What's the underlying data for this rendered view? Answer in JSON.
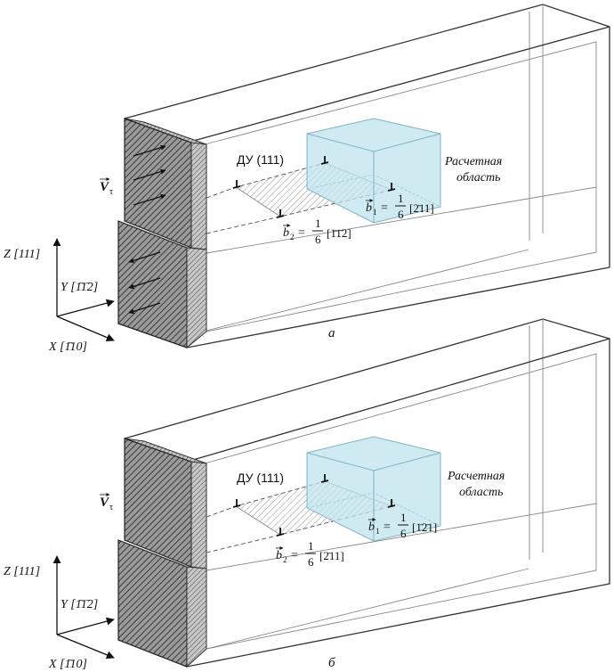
{
  "panel_a": {
    "caption": "а",
    "dislocation_label": "ДУ (111)",
    "region_label_line1": "Расчетная",
    "region_label_line2": "область",
    "b1": {
      "name": "b",
      "sub": "1",
      "frac_num": "1",
      "frac_den": "6",
      "dir": "[2̄11]"
    },
    "b2": {
      "name": "b",
      "sub": "2",
      "frac_num": "1",
      "frac_den": "6",
      "dir": "[1̄1̄2]"
    },
    "velocity": {
      "name": "V",
      "sub": "τ"
    },
    "axis_z": "Z [111]",
    "axis_y": "Y [1̄1̄2]",
    "axis_x": "X [1̄10]"
  },
  "panel_b": {
    "caption": "б",
    "dislocation_label": "ДУ (111)",
    "region_label_line1": "Расчетная",
    "region_label_line2": "область",
    "b1": {
      "name": "b",
      "sub": "1",
      "frac_num": "1",
      "frac_den": "6",
      "dir": "[1̄2̄1]"
    },
    "b2": {
      "name": "b",
      "sub": "2",
      "frac_num": "1",
      "frac_den": "6",
      "dir": "[2̄11]"
    },
    "velocity": {
      "name": "V",
      "sub": "τ"
    },
    "axis_z": "Z [111]",
    "axis_y": "Y [1̄1̄2]",
    "axis_x": "X [1̄10]"
  },
  "colors": {
    "region_fill": "#bfe3ec",
    "region_stroke": "#7fb3c4",
    "hatch": "#444444"
  }
}
